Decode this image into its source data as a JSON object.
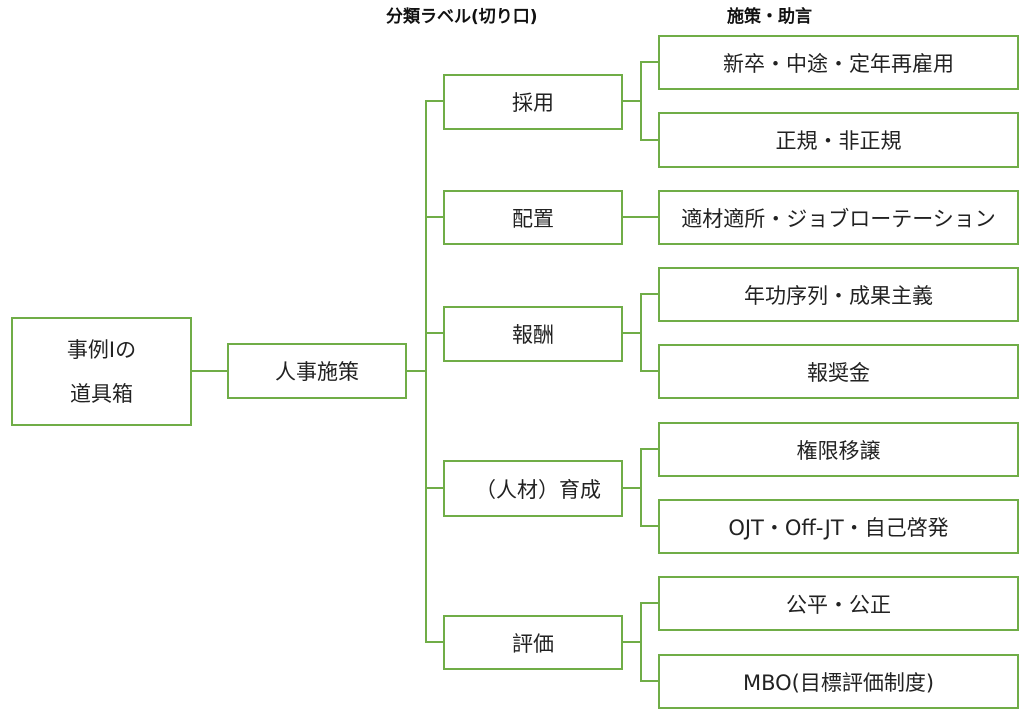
{
  "headers": {
    "category": "分類ラベル(切り口)",
    "measures": "施策・助言"
  },
  "root": {
    "line1": "事例Ⅰの",
    "line2": "道具箱"
  },
  "branch": {
    "label": "人事施策"
  },
  "categories": [
    {
      "label": "採用",
      "items": [
        "新卒・中途・定年再雇用",
        "正規・非正規"
      ]
    },
    {
      "label": "配置",
      "items": [
        "適材適所・ジョブローテーション"
      ]
    },
    {
      "label": "報酬",
      "items": [
        "年功序列・成果主義",
        "報奨金"
      ]
    },
    {
      "label": "（人材）育成",
      "items": [
        "権限移譲",
        "OJT・Off-JT・自己啓発"
      ]
    },
    {
      "label": "評価",
      "items": [
        "公平・公正",
        "MBO(目標評価制度)"
      ]
    }
  ],
  "colors": {
    "border": "#70ad47",
    "text": "#222222"
  }
}
